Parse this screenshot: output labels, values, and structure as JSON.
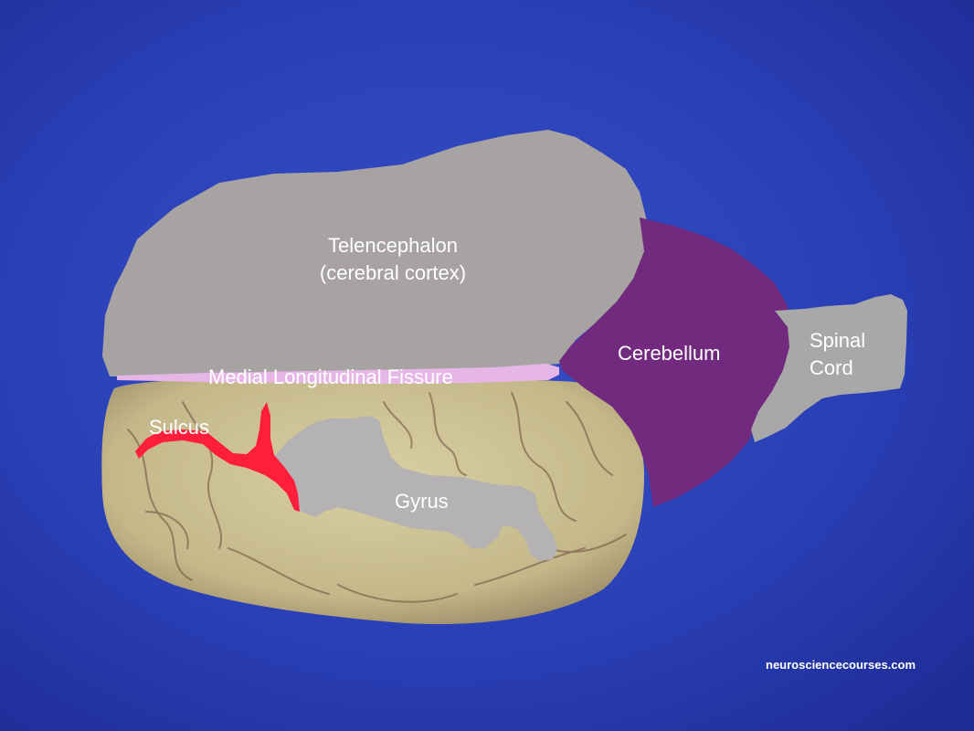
{
  "labels": {
    "telencephalon_line1": "Telencephalon",
    "telencephalon_line2": "(cerebral cortex)",
    "fissure": "Medial Longitudinal Fissure",
    "cerebellum": "Cerebellum",
    "spinal_line1": "Spinal",
    "spinal_line2": "Cord",
    "sulcus": "Sulcus",
    "gyrus": "Gyrus"
  },
  "watermark": "neurosciencecourses.com",
  "colors": {
    "background": "#2a3fb8",
    "telencephalon": "#a8a3a3",
    "cerebellum": "#722a7e",
    "spinal_cord": "#a8a8a8",
    "fissure": "#e6b7e6",
    "sulcus": "#ff1e3c",
    "gyrus": "#b4b2b2",
    "brain_tissue": "#c9bf91"
  }
}
